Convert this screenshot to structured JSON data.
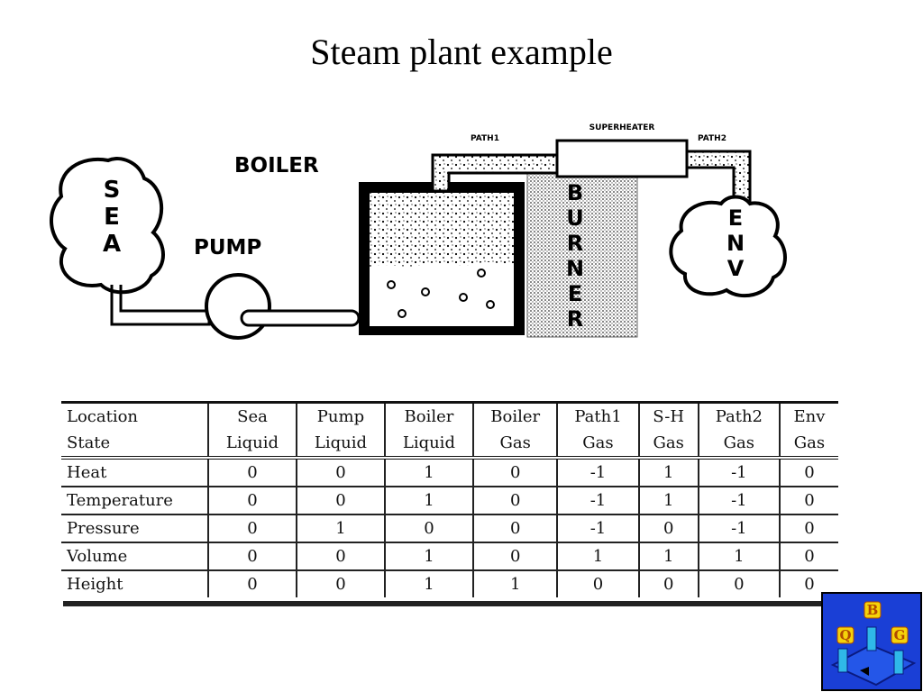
{
  "title": "Steam plant example",
  "diagram": {
    "boiler_label": "BOILER",
    "pump_label": "PUMP",
    "sea_letters": [
      "S",
      "E",
      "A"
    ],
    "env_letters": [
      "E",
      "N",
      "V"
    ],
    "burner_letters": [
      "B",
      "U",
      "R",
      "N",
      "E",
      "R"
    ],
    "superheater_label": "SUPERHEATER",
    "path1_label": "PATH1",
    "path2_label": "PATH2"
  },
  "table": {
    "header_location": [
      "Location",
      "Sea",
      "Pump",
      "Boiler",
      "Boiler",
      "Path1",
      "S-H",
      "Path2",
      "Env"
    ],
    "header_state": [
      "State",
      "Liquid",
      "Liquid",
      "Liquid",
      "Gas",
      "Gas",
      "Gas",
      "Gas",
      "Gas"
    ],
    "rows": [
      {
        "label": "Heat",
        "values": [
          "0",
          "0",
          "1",
          "0",
          "-1",
          "1",
          "-1",
          "0"
        ]
      },
      {
        "label": "Temperature",
        "values": [
          "0",
          "0",
          "1",
          "0",
          "-1",
          "1",
          "-1",
          "0"
        ]
      },
      {
        "label": "Pressure",
        "values": [
          "0",
          "1",
          "0",
          "0",
          "-1",
          "0",
          "-1",
          "0"
        ]
      },
      {
        "label": "Volume",
        "values": [
          "0",
          "0",
          "1",
          "0",
          "1",
          "1",
          "1",
          "0"
        ]
      },
      {
        "label": "Height",
        "values": [
          "0",
          "0",
          "1",
          "1",
          "0",
          "0",
          "0",
          "0"
        ]
      }
    ]
  },
  "logo": {
    "letters": [
      "B",
      "Q",
      "G"
    ],
    "colors": {
      "box": "#1a3fd6",
      "base": "#2456e8",
      "blocks": "#2fb8e8",
      "letter_fill": "#f5d20a",
      "letter_text": "#b04a00"
    }
  }
}
